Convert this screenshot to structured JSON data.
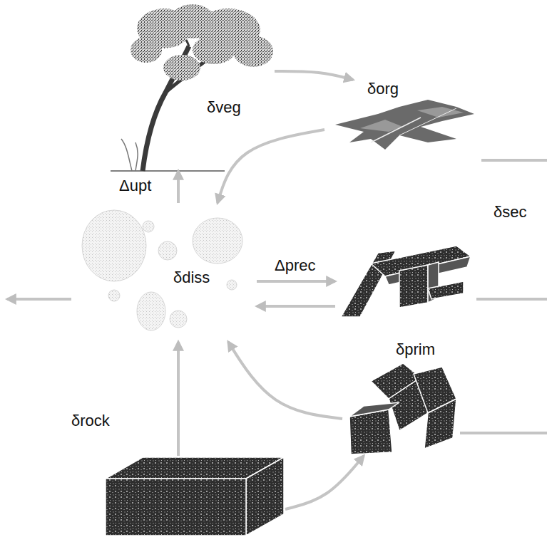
{
  "diagram": {
    "nodes": [
      {
        "text": [
          "δveg"
        ]
      },
      {
        "text": [
          "δorg"
        ]
      },
      {
        "text": [
          "δsec"
        ]
      },
      {
        "text": [
          "δdiss"
        ]
      },
      {
        "text": [
          "δprim"
        ]
      },
      {
        "text": [
          "δrock"
        ]
      }
    ],
    "edges": [
      {
        "from": 0,
        "to": 1,
        "arrow": "to"
      },
      {
        "from": 1,
        "to": 3,
        "arrow": "to"
      },
      {
        "from": 3,
        "to": 0,
        "label": "Δupt",
        "arrow": "to"
      },
      {
        "from": 3,
        "to": 2,
        "label": "Δprec",
        "arrow": "to"
      },
      {
        "from": 2,
        "to": 3,
        "arrow": "to"
      },
      {
        "from": 4,
        "to": 3,
        "arrow": "to"
      },
      {
        "from": 5,
        "to": 3,
        "arrow": "to"
      },
      {
        "from": 5,
        "to": 4,
        "arrow": "to"
      }
    ]
  }
}
